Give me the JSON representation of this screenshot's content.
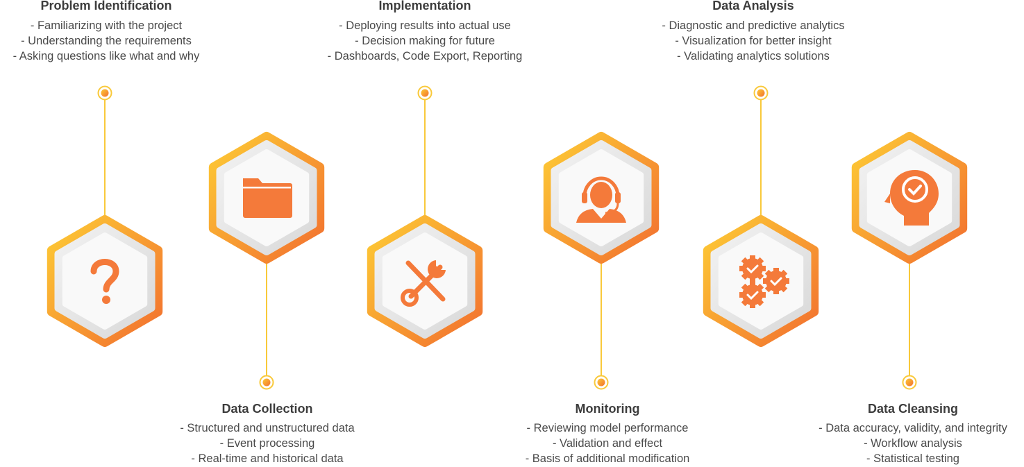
{
  "colors": {
    "accent": "#f47a3a",
    "gradient_start": "#fdcb35",
    "gradient_end": "#f2702f",
    "connector": "#f9c93a",
    "text": "#4a4a4a"
  },
  "steps": [
    {
      "title": "Problem Identification",
      "icon": "question-mark-icon",
      "position": "top",
      "items": [
        "-  Familiarizing with the project",
        "-  Understanding the requirements",
        "- Asking questions like what and why"
      ]
    },
    {
      "title": "Data Collection",
      "icon": "folder-icon",
      "position": "bottom",
      "items": [
        "-  Structured and unstructured data",
        "-  Event processing",
        "- Real-time and historical data"
      ]
    },
    {
      "title": "Implementation",
      "icon": "tools-icon",
      "position": "top",
      "items": [
        "-  Deploying results into actual use",
        "-  Decision making for future",
        "- Dashboards, Code Export, Reporting"
      ]
    },
    {
      "title": "Monitoring",
      "icon": "support-agent-icon",
      "position": "bottom",
      "items": [
        "-  Reviewing model performance",
        "-  Validation and effect",
        "- Basis of additional modification"
      ]
    },
    {
      "title": "Data Analysis",
      "icon": "gears-check-icon",
      "position": "top",
      "items": [
        "-  Diagnostic and predictive analytics",
        "-  Visualization for better insight",
        "- Validating analytics solutions"
      ]
    },
    {
      "title": "Data Cleansing",
      "icon": "head-check-icon",
      "position": "bottom",
      "items": [
        "-  Data accuracy, validity, and integrity",
        "-  Workflow analysis",
        "- Statistical testing"
      ]
    }
  ]
}
